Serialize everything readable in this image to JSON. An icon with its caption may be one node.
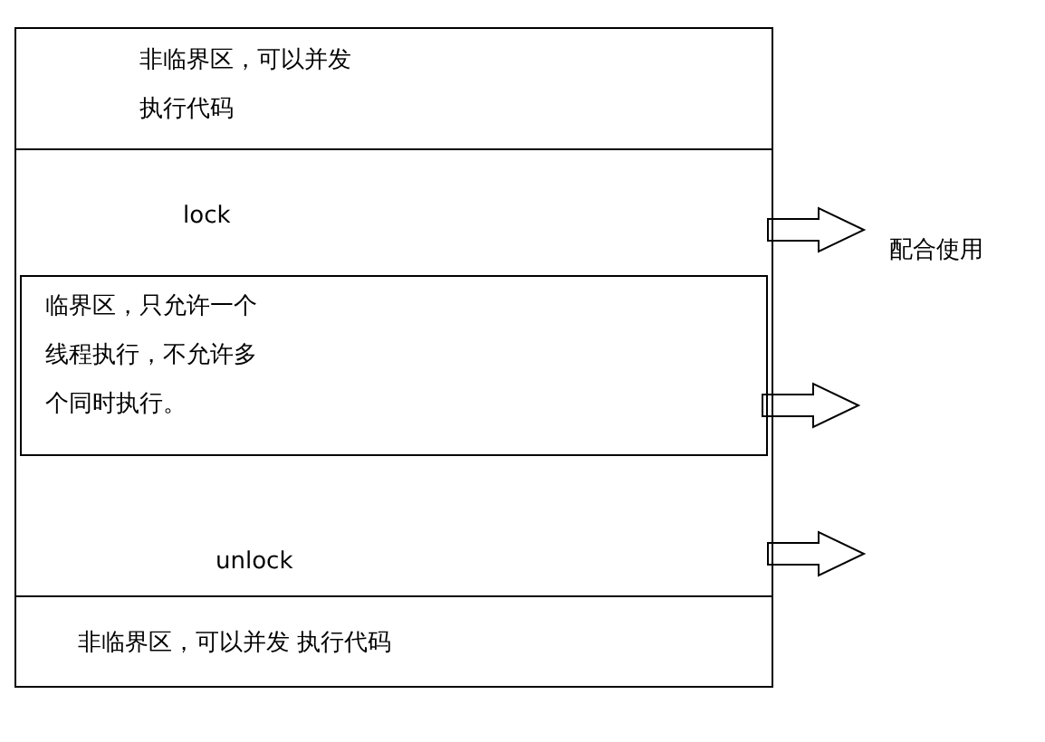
{
  "diagram": {
    "nodes": [
      {
        "text": [],
        "shape": "box"
      },
      {
        "text": [
          "非临界区，可以并发执行代码"
        ],
        "in": 0
      },
      {
        "text": [
          "lock"
        ],
        "in": 0
      },
      {
        "text": [
          "临界区，只允许一个线程执行，不允许多个同时执行。"
        ],
        "in": 0
      },
      {
        "text": [
          "unlock"
        ],
        "in": 0
      },
      {
        "text": [
          "非临界区，可以并发 执行代码"
        ],
        "in": 0
      }
    ],
    "edges": [
      {
        "from": 2,
        "to": null,
        "arrow": "to"
      },
      {
        "from": 3,
        "to": null,
        "arrow": "to"
      },
      {
        "from": 4,
        "to": null,
        "arrow": "to"
      }
    ],
    "labels": [
      "配合使用"
    ]
  }
}
